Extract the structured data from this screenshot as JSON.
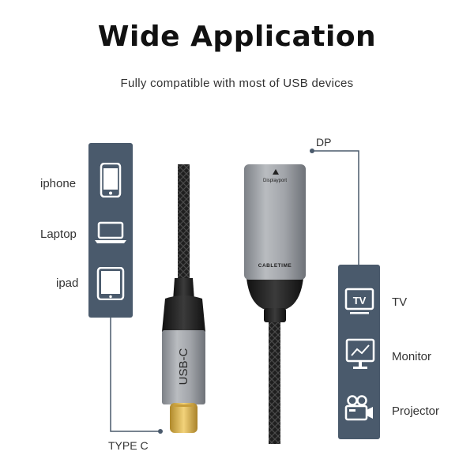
{
  "title": "Wide Application",
  "subtitle": "Fully compatible with most of USB devices",
  "left_devices": [
    {
      "label": "iphone",
      "icon": "phone-icon"
    },
    {
      "label": "Laptop",
      "icon": "laptop-icon"
    },
    {
      "label": "ipad",
      "icon": "tablet-icon"
    }
  ],
  "right_devices": [
    {
      "label": "TV",
      "icon": "tv-icon"
    },
    {
      "label": "Monitor",
      "icon": "monitor-icon"
    },
    {
      "label": "Projector",
      "icon": "projector-icon"
    }
  ],
  "connector_labels": {
    "left": "TYPE C",
    "right": "DP"
  },
  "cable": {
    "usb_c_text": "USB-C",
    "adapter_port_text": "Displayport",
    "adapter_brand": "CABLETIME"
  },
  "colors": {
    "panel": "#4a5a6c",
    "line": "#4a5a6c",
    "aluminium": "#9a9ea3",
    "gold": "#d8b14a"
  }
}
